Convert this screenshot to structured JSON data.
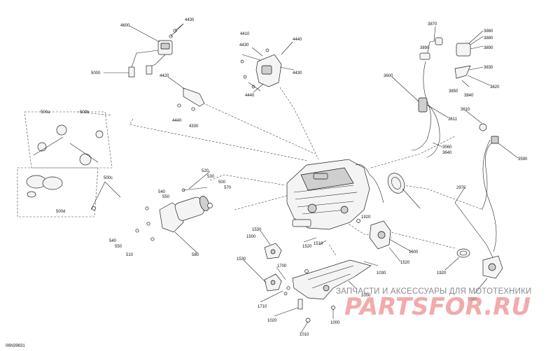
{
  "diagram": {
    "doc_id": "06N39631",
    "watermark": {
      "tagline": "ЗАПЧАСТИ И АКСЕССУАРЫ ДЛЯ МОТОТЕХНИКИ",
      "brand": "PARTSFOR.RU"
    },
    "callouts": [
      "4430",
      "4600",
      "4410",
      "4440",
      "4430",
      "4430",
      "4440",
      "5000",
      "4420",
      "4440",
      "4330",
      "3870",
      "3860",
      "3880",
      "3890",
      "3890",
      "3830",
      "3820",
      "3850",
      "3840",
      "3600",
      "3611",
      "3610",
      "3560",
      "3640",
      "3590",
      "500a",
      "500b",
      "500c",
      "500d",
      "520",
      "530",
      "500",
      "570",
      "540",
      "550",
      "540",
      "550",
      "510",
      "580",
      "2970",
      "1530",
      "1500",
      "1530",
      "1520",
      "1510",
      "1920",
      "1600",
      "1520",
      "1700",
      "1030",
      "1710",
      "1020",
      "1000",
      "1010",
      "1920",
      "1000",
      "1960"
    ]
  }
}
